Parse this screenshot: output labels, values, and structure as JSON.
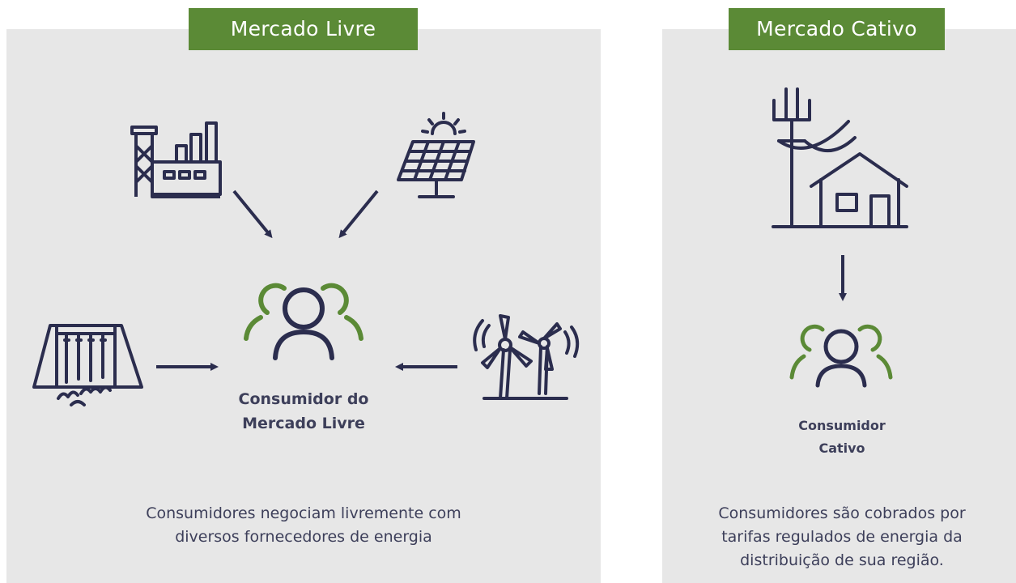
{
  "colors": {
    "navy": "#2b2d4e",
    "green": "#5b8a36",
    "panel": "#e7e7e7"
  },
  "mercado_livre": {
    "title": "Mercado Livre",
    "consumer_line1": "Consumidor do",
    "consumer_line2": "Mercado Livre",
    "description_line1": "Consumidores negociam livremente com",
    "description_line2": "diversos fornecedores de energia",
    "sources": [
      {
        "icon": "thermal-power-plant-icon"
      },
      {
        "icon": "solar-panel-icon"
      },
      {
        "icon": "hydroelectric-dam-icon"
      },
      {
        "icon": "wind-turbine-icon"
      }
    ]
  },
  "mercado_cativo": {
    "title": "Mercado Cativo",
    "consumer_line1": "Consumidor",
    "consumer_line2": "Cativo",
    "description_line1": "Consumidores são cobrados por",
    "description_line2": "tarifas regulados de energia da",
    "description_line3": "distribuição de sua região.",
    "source_icon": "utility-pole-house-icon"
  }
}
